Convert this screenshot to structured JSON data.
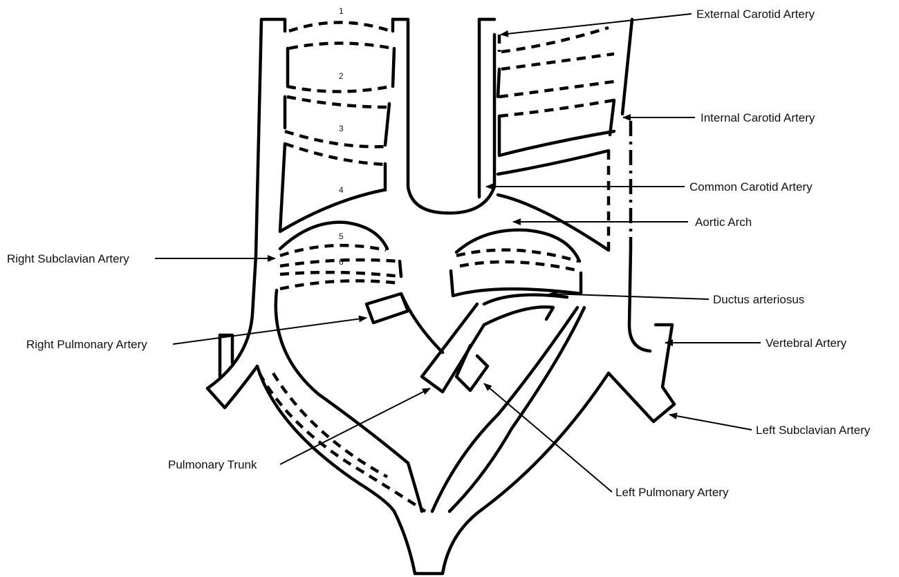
{
  "arch_numbers": [
    "1",
    "2",
    "3",
    "4",
    "5",
    "6"
  ],
  "labels": {
    "external_carotid": "External Carotid Artery",
    "internal_carotid": "Internal Carotid Artery",
    "common_carotid": "Common Carotid Artery",
    "aortic_arch": "Aortic Arch",
    "right_subclavian": "Right Subclavian Artery",
    "ductus_arteriosus": "Ductus arteriosus",
    "right_pulmonary": "Right Pulmonary Artery",
    "vertebral": "Vertebral Artery",
    "left_subclavian": "Left Subclavian Artery",
    "pulmonary_trunk": "Pulmonary Trunk",
    "left_pulmonary": "Left Pulmonary Artery"
  }
}
